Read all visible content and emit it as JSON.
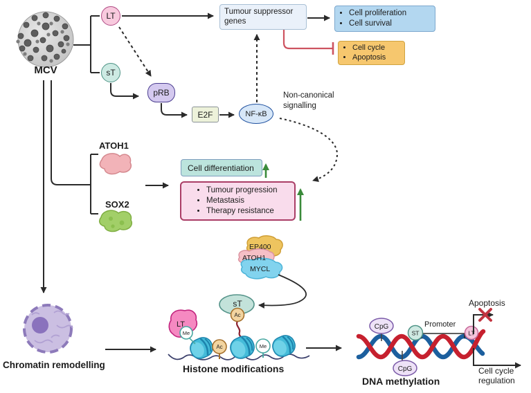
{
  "diagram": {
    "virus": {
      "label": "MCV"
    },
    "oncoproteins": {
      "lt": "LT",
      "st": "sT"
    },
    "nodes": {
      "prb": "pRB",
      "e2f": "E2F",
      "nfkb": "NF-κB"
    },
    "boxes": {
      "tumour_suppressor": {
        "label": "Tumour suppressor genes"
      },
      "proliferation": {
        "items": [
          "Cell proliferation",
          "Cell survival"
        ]
      },
      "cell_cycle": {
        "items": [
          "Cell cycle",
          "Apoptosis"
        ]
      },
      "differentiation": {
        "label": "Cell differentiation"
      },
      "progression": {
        "items": [
          "Tumour progression",
          "Metastasis",
          "Therapy resistance"
        ]
      }
    },
    "annotations": {
      "non_canonical": "Non-canonical signalling"
    },
    "transcription_factors": {
      "atoh1": "ATOH1",
      "sox2": "SOX2"
    },
    "complex": {
      "ep400": "EP400",
      "atoh1": "ATOH1",
      "mycl": "MYCL"
    },
    "chromatin": {
      "title": "Chromatin remodelling"
    },
    "histone": {
      "title": "Histone modifications",
      "st": "sT",
      "lt": "LT",
      "ac_on_st": "Ac",
      "ac_free": "Ac",
      "me_on_lt": "Me",
      "me_free": "Me"
    },
    "dna": {
      "title": "DNA methylation",
      "cpg_top": "CpG",
      "cpg_bottom": "CpG",
      "st": "ST",
      "lt": "LT",
      "promoter": "Promoter",
      "apoptosis": "Apoptosis",
      "cell_cycle_regulation": "Cell cycle regulation"
    },
    "colors": {
      "inhibition_red": "#cd5360",
      "up_arrow_green": "#3a8a3a",
      "dna_strand_red": "#c6202e",
      "dna_strand_blue": "#1c5f9e",
      "nucleosome_blue": "#45bcd9",
      "box_blue": "#b3d7f0",
      "box_orange": "#f6c76e",
      "box_pink": "#f9dcec",
      "box_teal": "#bce4dd",
      "blocked_x_red": "#c23440"
    }
  }
}
